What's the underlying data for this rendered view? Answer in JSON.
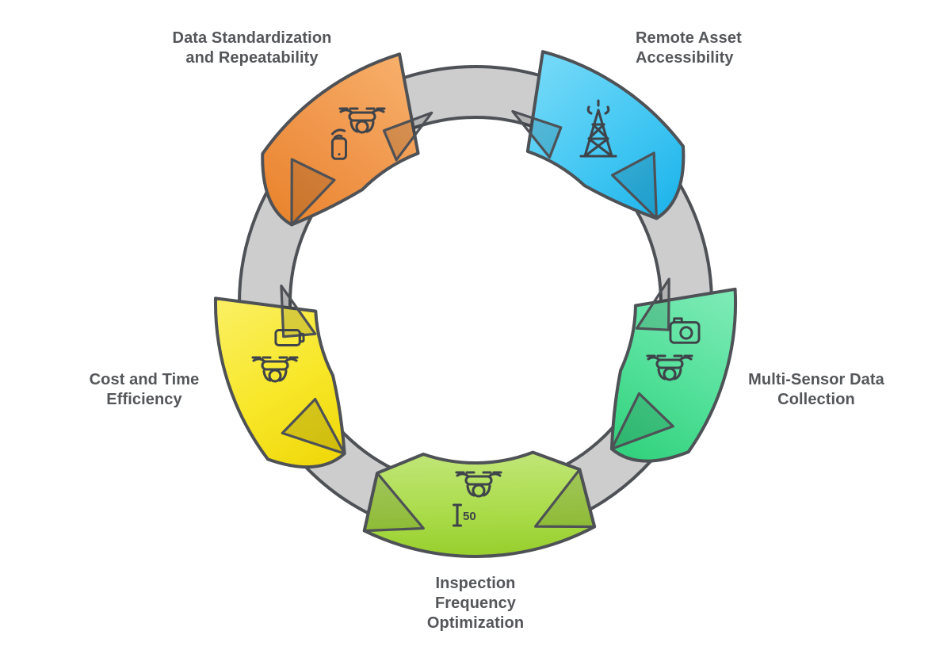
{
  "background_color": "#ffffff",
  "outline_color": "#4E5156",
  "icon_stroke_color": "#3F444A",
  "label_color": "#54565A",
  "ring": {
    "fill": "#CDCDCE"
  },
  "altitude_value": "50",
  "segments": [
    {
      "id": "data-standardization",
      "label": "Data Standardization and Repeatability",
      "label_lines": [
        "Data Standardization",
        "and Repeatability"
      ],
      "color": "#F0964B",
      "color_light": "#F7AE68",
      "color_dark": "#EA8630",
      "clock_angle": 323,
      "direction": "counterclockwise",
      "icons": [
        "drone-icon",
        "remote-controller-icon"
      ]
    },
    {
      "id": "remote-asset-accessibility",
      "label": "Remote Asset Accessibility",
      "label_lines": [
        "Remote Asset",
        "Accessibility"
      ],
      "color": "#45C8F3",
      "color_light": "#74D9F8",
      "color_dark": "#22B6EC",
      "clock_angle": 35,
      "direction": "clockwise",
      "icons": [
        "signal-tower-icon"
      ]
    },
    {
      "id": "multi-sensor-data-collection",
      "label": "Multi-Sensor Data Collection",
      "label_lines": [
        "Multi-Sensor Data",
        "Collection"
      ],
      "color": "#52E099",
      "color_light": "#7DEAB6",
      "color_dark": "#33D27E",
      "clock_angle": 107,
      "direction": "clockwise",
      "icons": [
        "camera-icon",
        "drone-icon"
      ]
    },
    {
      "id": "inspection-frequency-optimization",
      "label": "Inspection Frequency Optimization",
      "label_lines": [
        "Inspection",
        "Frequency",
        "Optimization"
      ],
      "color": "#A9DB48",
      "color_light": "#C0E677",
      "color_dark": "#93CC26",
      "clock_angle": 179,
      "direction": "symmetric",
      "icons": [
        "drone-icon",
        "altitude-icon"
      ]
    },
    {
      "id": "cost-time-efficiency",
      "label": "Cost and Time Efficiency",
      "label_lines": [
        "Cost and Time",
        "Efficiency"
      ],
      "color": "#F8E729",
      "color_light": "#FAEF61",
      "color_dark": "#F0D90C",
      "clock_angle": 251,
      "direction": "counterclockwise",
      "icons": [
        "battery-icon",
        "drone-icon"
      ]
    }
  ]
}
